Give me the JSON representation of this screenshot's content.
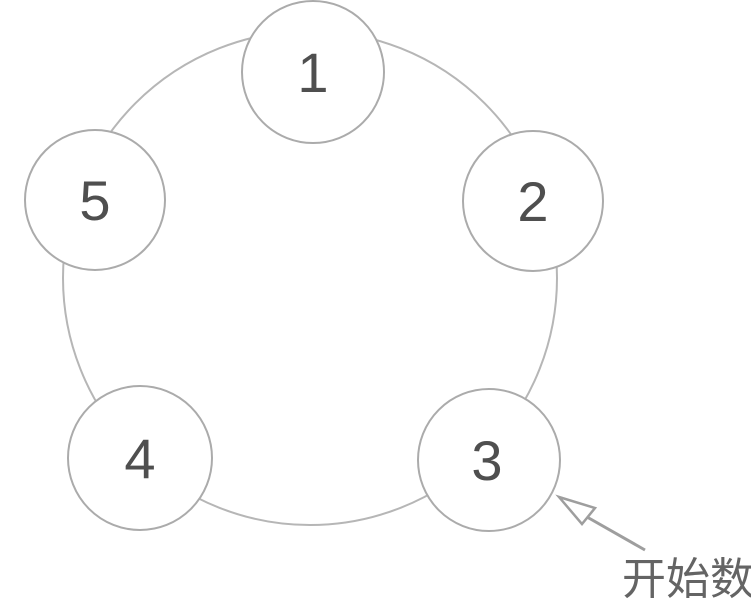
{
  "diagram": {
    "type": "circular-counting-diagram",
    "node_labels": [
      "1",
      "2",
      "3",
      "4",
      "5"
    ],
    "annotation": {
      "label": "开始数",
      "points_to_node": "3"
    },
    "colors": {
      "ring_stroke": "#b6b6b6",
      "node_stroke": "#ababab",
      "node_fill": "#ffffff",
      "number_color": "#4f4f4f",
      "arrow_color": "#9e9e9e",
      "label_color": "#646464",
      "background": "#ffffff"
    }
  }
}
